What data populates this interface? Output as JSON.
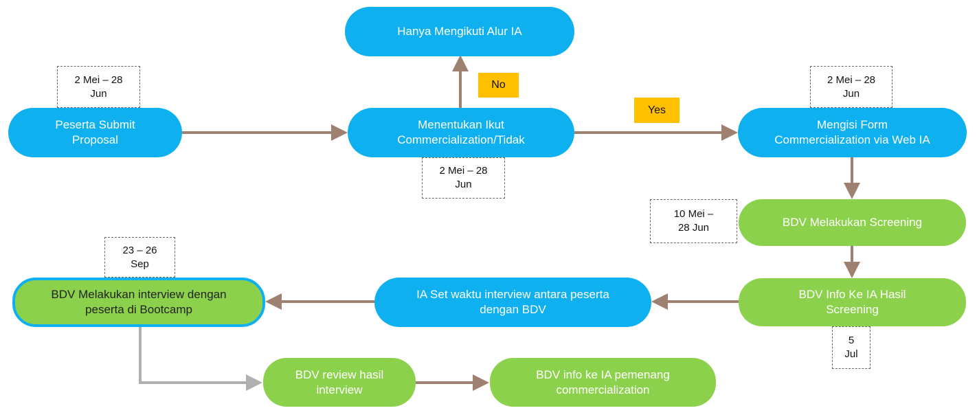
{
  "nodes": {
    "submit": "Peserta Submit\nProposal",
    "hanya": "Hanya Mengikuti Alur IA",
    "menentukan": "Menentukan Ikut\nCommercialization/Tidak",
    "mengisi": "Mengisi Form\nCommercialization via Web IA",
    "screening": "BDV Melakukan Screening",
    "info_hasil": "BDV Info Ke IA Hasil\nScreening",
    "set_waktu": "IA Set waktu interview antara peserta\ndengan BDV",
    "interview": "BDV Melakukan interview dengan\npeserta di Bootcamp",
    "review": "BDV review hasil\ninterview",
    "pemenang": "BDV info ke IA pemenang\ncommercialization"
  },
  "dates": {
    "submit": "2 Mei – 28\nJun",
    "menentukan": "2 Mei – 28\nJun",
    "mengisi": "2 Mei – 28\nJun",
    "screening": "10 Mei –\n28 Jun",
    "info_hasil": "5\nJul",
    "interview": "23 – 26\nSep"
  },
  "labels": {
    "no": "No",
    "yes": "Yes"
  },
  "colors": {
    "blue_node": "#0eb0f0",
    "green_node": "#8cd14b",
    "arrow_brown": "#9e8070",
    "arrow_gray": "#b0b0b0",
    "label_yellow": "#ffc000"
  }
}
